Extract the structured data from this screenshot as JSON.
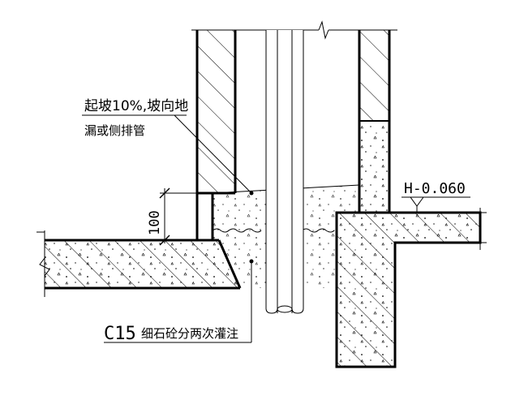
{
  "annotations": {
    "slope_line1": "起坡10%,坡向地",
    "slope_line2": "漏或侧排管",
    "dimension": "100",
    "elevation": "H-0.060",
    "fill_grade": "C15",
    "fill_desc": "细石砼分两次灌注"
  },
  "colors": {
    "line": "#000000",
    "background": "#ffffff"
  }
}
